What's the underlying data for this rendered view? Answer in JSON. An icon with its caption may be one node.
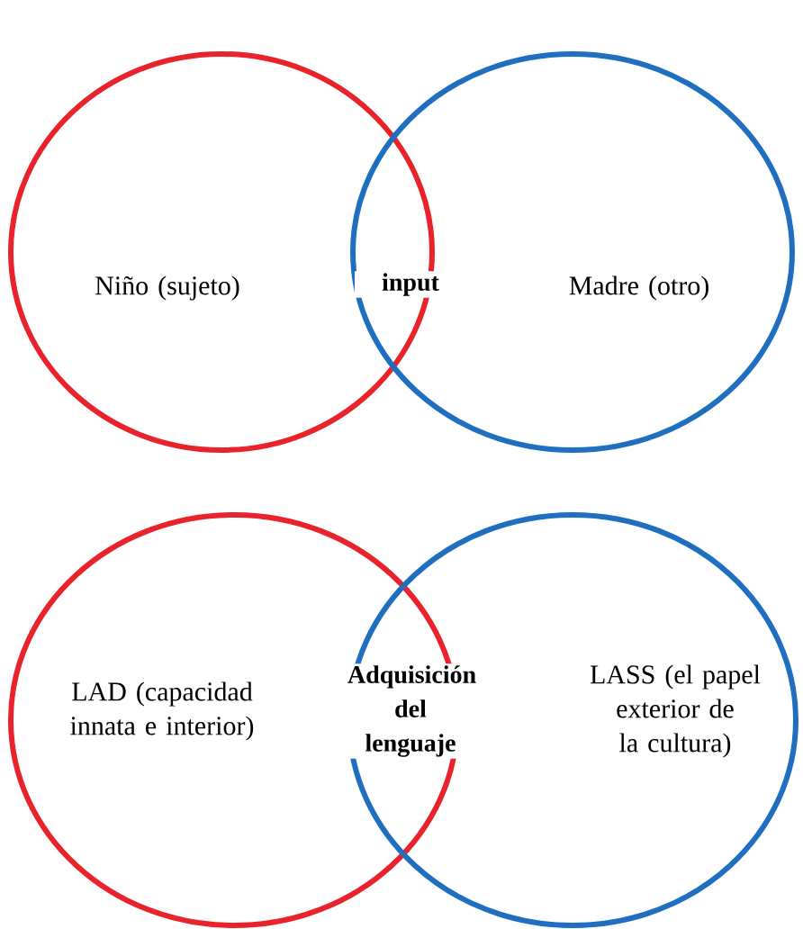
{
  "diagram": {
    "nodes": [
      {
        "text": [
          "Niño (sujeto)"
        ]
      },
      {
        "text": [
          "Madre (otro)"
        ]
      },
      {
        "text": [
          "LAD (capacidad innata e interior)"
        ]
      },
      {
        "text": [
          "LASS (el papel exterior de la cultura)"
        ]
      }
    ],
    "labels": [
      "input",
      "Adquisición del lenguaje"
    ]
  }
}
